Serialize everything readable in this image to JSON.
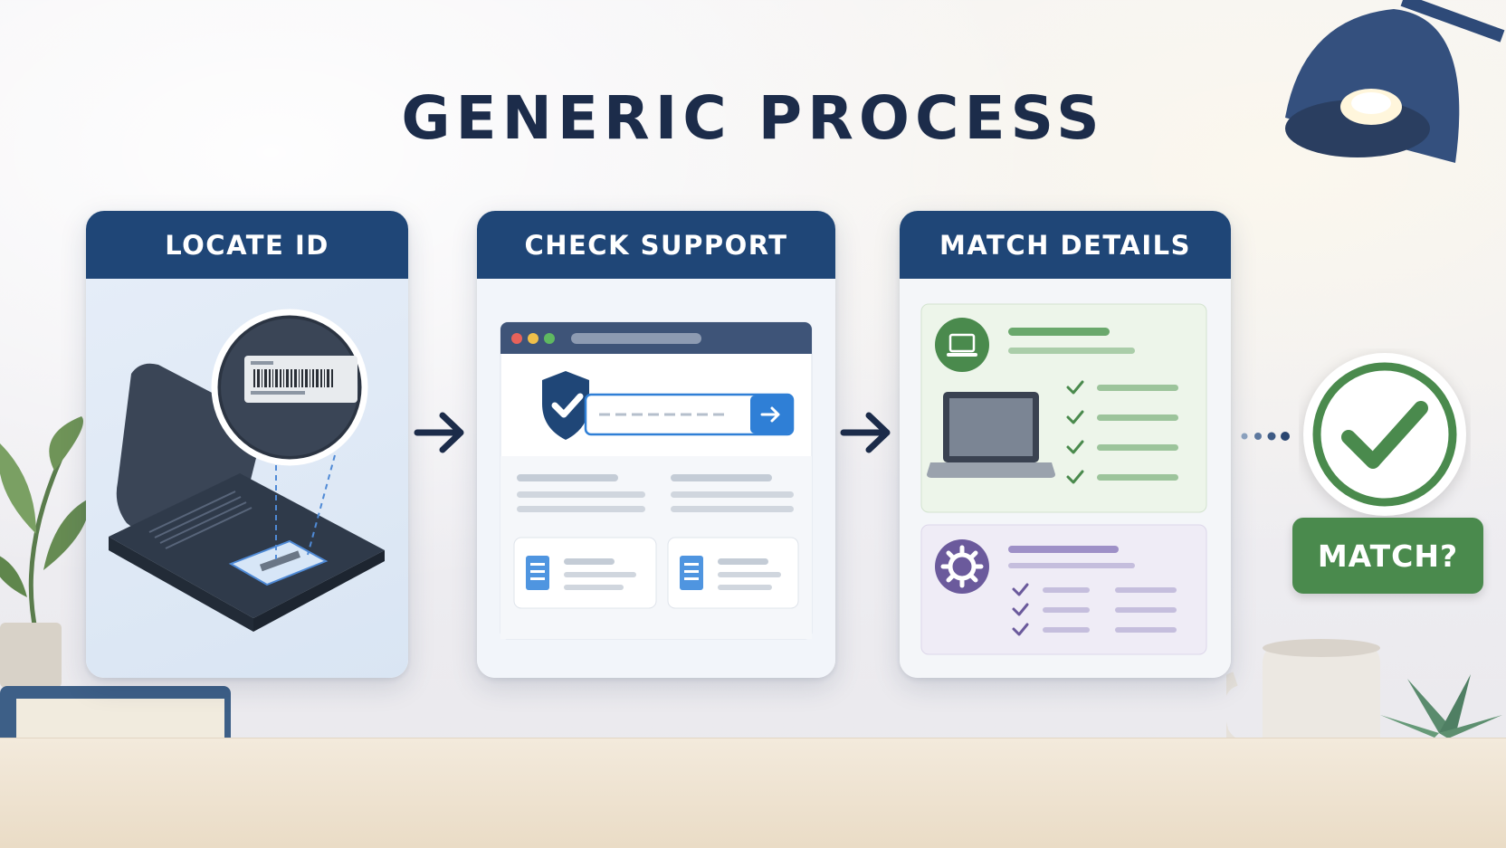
{
  "title": "GENERIC PROCESS",
  "steps": [
    {
      "label": "LOCATE ID"
    },
    {
      "label": "CHECK SUPPORT"
    },
    {
      "label": "MATCH DETAILS"
    }
  ],
  "result_label": "MATCH?",
  "colors": {
    "header_navy": "#1f4677",
    "title_navy": "#1c2c4a",
    "accent_blue": "#2f7fd6",
    "success_green": "#4a8a4d",
    "purple": "#6b5a9c"
  }
}
